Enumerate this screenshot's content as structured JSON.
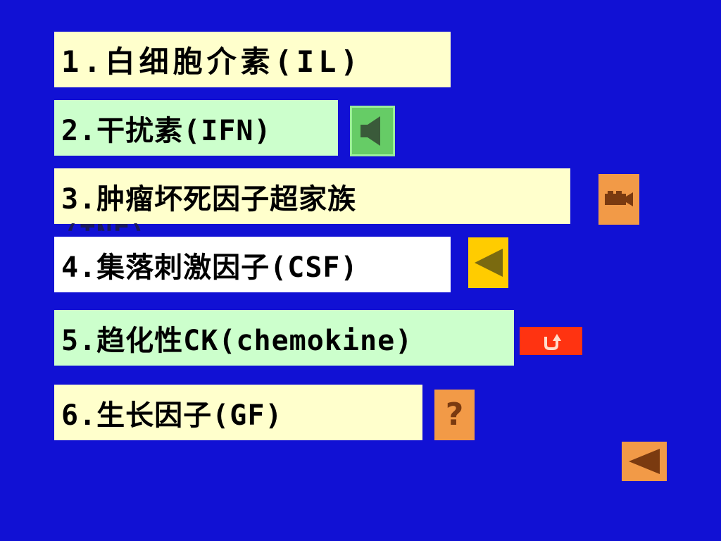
{
  "colors": {
    "background": "#1111D4",
    "cream": "#FFFFCC",
    "mint": "#CCFFCC",
    "white": "#FFFFFF",
    "orange_button": "#F29A47",
    "green_button": "#66CC66",
    "yellow_button": "#FFCC00",
    "red_button": "#FF3311"
  },
  "items": [
    {
      "label": "1.白细胞介素(IL)"
    },
    {
      "label": "2.干扰素(IFN)"
    },
    {
      "label": "3.肿瘤坏死因子超家族",
      "overflow": "(TNF)"
    },
    {
      "label": "4.集落刺激因子(CSF)"
    },
    {
      "label": "5.趋化性CK(chemokine)"
    },
    {
      "label": "6.生长因子(GF)"
    }
  ],
  "buttons": {
    "sound": {
      "icon": "speaker-icon"
    },
    "movie": {
      "icon": "movie-camera-icon"
    },
    "back_item4": {
      "icon": "back-arrow-icon"
    },
    "return": {
      "icon": "return-arrow-icon"
    },
    "help": {
      "icon": "question-mark-icon",
      "glyph": "?"
    },
    "back_corner": {
      "icon": "back-arrow-icon"
    }
  }
}
